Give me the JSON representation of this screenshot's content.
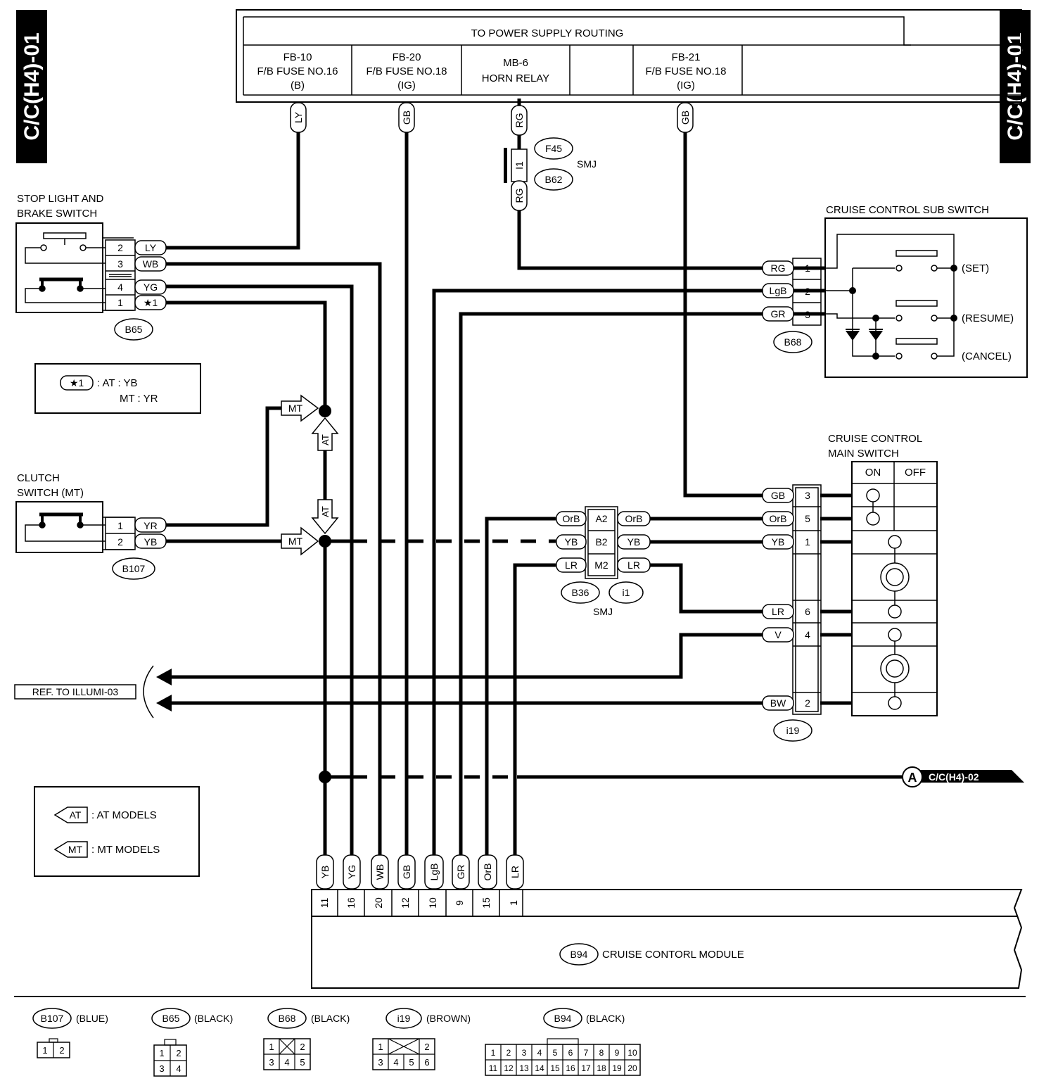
{
  "page_code": "C/C(H4)-01",
  "power_supply": {
    "title": "TO POWER SUPPLY ROUTING",
    "cells": [
      {
        "l1": "FB-10",
        "l2": "F/B FUSE NO.16",
        "l3": "(B)"
      },
      {
        "l1": "FB-20",
        "l2": "F/B FUSE NO.18",
        "l3": "(IG)"
      },
      {
        "l1": "MB-6",
        "l2": "HORN RELAY",
        "l3": ""
      },
      {
        "l1": "",
        "l2": "",
        "l3": ""
      },
      {
        "l1": "FB-21",
        "l2": "F/B FUSE NO.18",
        "l3": "(IG)"
      }
    ]
  },
  "wire_colors_top": [
    "LY",
    "GB",
    "RG",
    "GB"
  ],
  "smj_top": {
    "pin": "I1",
    "lower_wire": "RG",
    "connectors": [
      "F45",
      "B62"
    ],
    "label": "SMJ"
  },
  "stop_switch": {
    "title": [
      "STOP LIGHT AND",
      "BRAKE SWITCH"
    ],
    "connector": "B65",
    "pins": [
      {
        "pin": "2",
        "wire": "LY"
      },
      {
        "pin": "3",
        "wire": "WB"
      },
      {
        "pin": "4",
        "wire": "YG"
      },
      {
        "pin": "1",
        "wire": "★1"
      }
    ]
  },
  "note_star": {
    "symbol": "★1",
    "line1": ": AT : YB",
    "line2": "MT : YR"
  },
  "clutch_switch": {
    "title": [
      "CLUTCH",
      "SWITCH (MT)"
    ],
    "connector": "B107",
    "pins": [
      {
        "pin": "1",
        "wire": "YR"
      },
      {
        "pin": "2",
        "wire": "YB"
      }
    ]
  },
  "model_tags": {
    "mt": "MT",
    "at": "AT"
  },
  "sub_switch": {
    "title": "CRUISE CONTROL SUB SWITCH",
    "connector": "B68",
    "pins": [
      {
        "pin": "1",
        "wire": "RG"
      },
      {
        "pin": "2",
        "wire": "LgB"
      },
      {
        "pin": "3",
        "wire": "GR"
      }
    ],
    "labels": [
      "(SET)",
      "(RESUME)",
      "(CANCEL)"
    ]
  },
  "main_switch": {
    "title": [
      "CRUISE CONTROL",
      "MAIN SWITCH"
    ],
    "connector": "i19",
    "on": "ON",
    "off": "OFF",
    "pins": [
      {
        "pin": "3",
        "wire": "GB"
      },
      {
        "pin": "5",
        "wire": "OrB"
      },
      {
        "pin": "1",
        "wire": "YB"
      },
      {
        "pin": "6",
        "wire": "LR"
      },
      {
        "pin": "4",
        "wire": "V"
      },
      {
        "pin": "2",
        "wire": "BW"
      }
    ]
  },
  "smj_mid": {
    "rows": [
      {
        "left": "OrB",
        "pin": "A2",
        "right": "OrB"
      },
      {
        "left": "YB",
        "pin": "B2",
        "right": "YB"
      },
      {
        "left": "LR",
        "pin": "M2",
        "right": "LR"
      }
    ],
    "connectors": [
      "B36",
      "i1"
    ],
    "label": "SMJ"
  },
  "ref_illumi": "REF. TO ILLUMI-03",
  "off_page": {
    "letter": "A",
    "text": "C/C(H4)-02"
  },
  "legend_models": [
    {
      "tag": "AT",
      "text": ": AT MODELS"
    },
    {
      "tag": "MT",
      "text": ": MT MODELS"
    }
  ],
  "module": {
    "connector": "B94",
    "name": "CRUISE CONTORL MODULE",
    "pins": [
      {
        "wire": "YB",
        "pin": "11"
      },
      {
        "wire": "YG",
        "pin": "16"
      },
      {
        "wire": "WB",
        "pin": "20"
      },
      {
        "wire": "GB",
        "pin": "12"
      },
      {
        "wire": "LgB",
        "pin": "10"
      },
      {
        "wire": "GR",
        "pin": "9"
      },
      {
        "wire": "OrB",
        "pin": "15"
      },
      {
        "wire": "LR",
        "pin": "1"
      }
    ]
  },
  "connector_legend": [
    {
      "id": "B107",
      "color": "(BLUE)",
      "pins": [
        "1",
        "2"
      ]
    },
    {
      "id": "B65",
      "color": "(BLACK)",
      "pins": [
        "1",
        "2",
        "3",
        "4"
      ]
    },
    {
      "id": "B68",
      "color": "(BLACK)",
      "pins": [
        "1",
        "2",
        "3",
        "4",
        "5"
      ]
    },
    {
      "id": "i19",
      "color": "(BROWN)",
      "pins": [
        "1",
        "2",
        "3",
        "4",
        "5",
        "6"
      ]
    },
    {
      "id": "B94",
      "color": "(BLACK)",
      "pins": [
        "1",
        "2",
        "3",
        "4",
        "5",
        "6",
        "7",
        "8",
        "9",
        "10",
        "11",
        "12",
        "13",
        "14",
        "15",
        "16",
        "17",
        "18",
        "19",
        "20"
      ]
    }
  ]
}
